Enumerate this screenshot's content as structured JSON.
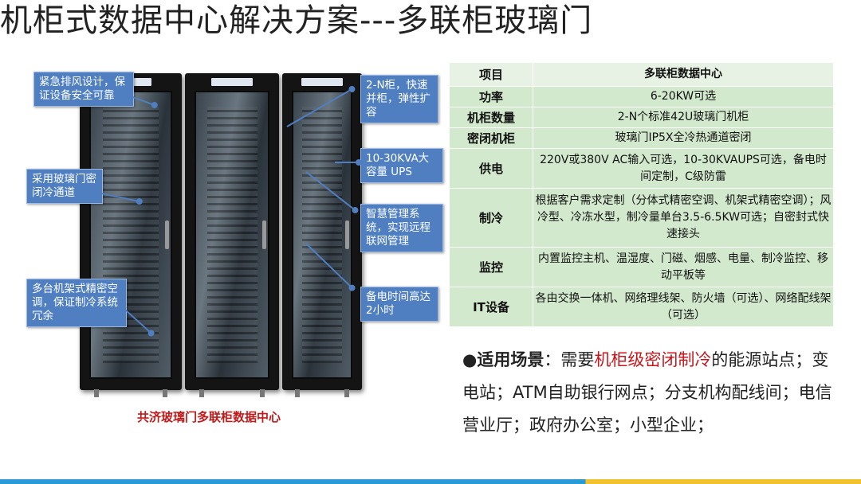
{
  "title": "机柜式数据中心解决方案---多联柜玻璃门",
  "caption": "共济玻璃门多联柜数据中心",
  "callouts": {
    "exhaust": "紧急排风设计，保证设备安全可靠",
    "glass_door": "采用玻璃门密闭冷通道",
    "ac": "多台机架式精密空调，保证制冷系统冗余",
    "cabinets": "2-N柜，快速并柜，弹性扩容",
    "ups": "10-30KVA大容量 UPS",
    "mgmt": "智慧管理系统，实现远程联网管理",
    "backup": "备电时间高达2小时"
  },
  "table": {
    "head": {
      "key": "项目",
      "value": "多联柜数据中心"
    },
    "rows": [
      {
        "key": "功率",
        "value": "6-20KW可选"
      },
      {
        "key": "机柜数量",
        "value": "2-N个标准42U玻璃门机柜"
      },
      {
        "key": "密闭机柜",
        "value": "玻璃门IP5X全冷热通道密闭",
        "color": "#d41c1c"
      },
      {
        "key": "供电",
        "value": "220V或380V AC输入可选，10-30KVAUPS可选，备电时间定制，C级防雷"
      },
      {
        "key": "制冷",
        "value": "根据客户需求定制（分体式精密空调、机架式精密空调）；风冷型、冷冻水型，制冷量单台3.5-6.5KW可选；自密封式快速接头"
      },
      {
        "key": "监控",
        "value": "内置监控主机、温湿度、门磁、烟感、电量、制冷监控、移动平板等"
      },
      {
        "key": "IT设备",
        "value": "各由交换一体机、网络理线架、防火墙（可选）、网络配线架（可选）"
      }
    ]
  },
  "scenario": {
    "bullet": "●",
    "label": "适用场景",
    "intro": "：需要",
    "highlight": "机柜级密闭制冷",
    "rest": "的能源站点；变电站；ATM自助银行网点；分支机构配线间；电信营业厅；政府办公室；小型企业；"
  },
  "colors": {
    "callout": "#4f7fc0",
    "table_bg": "#d3e9cd",
    "accent_red": "#c8161d",
    "bar_blue": "#2a9ad6",
    "bar_yellow": "#f2c12e"
  }
}
